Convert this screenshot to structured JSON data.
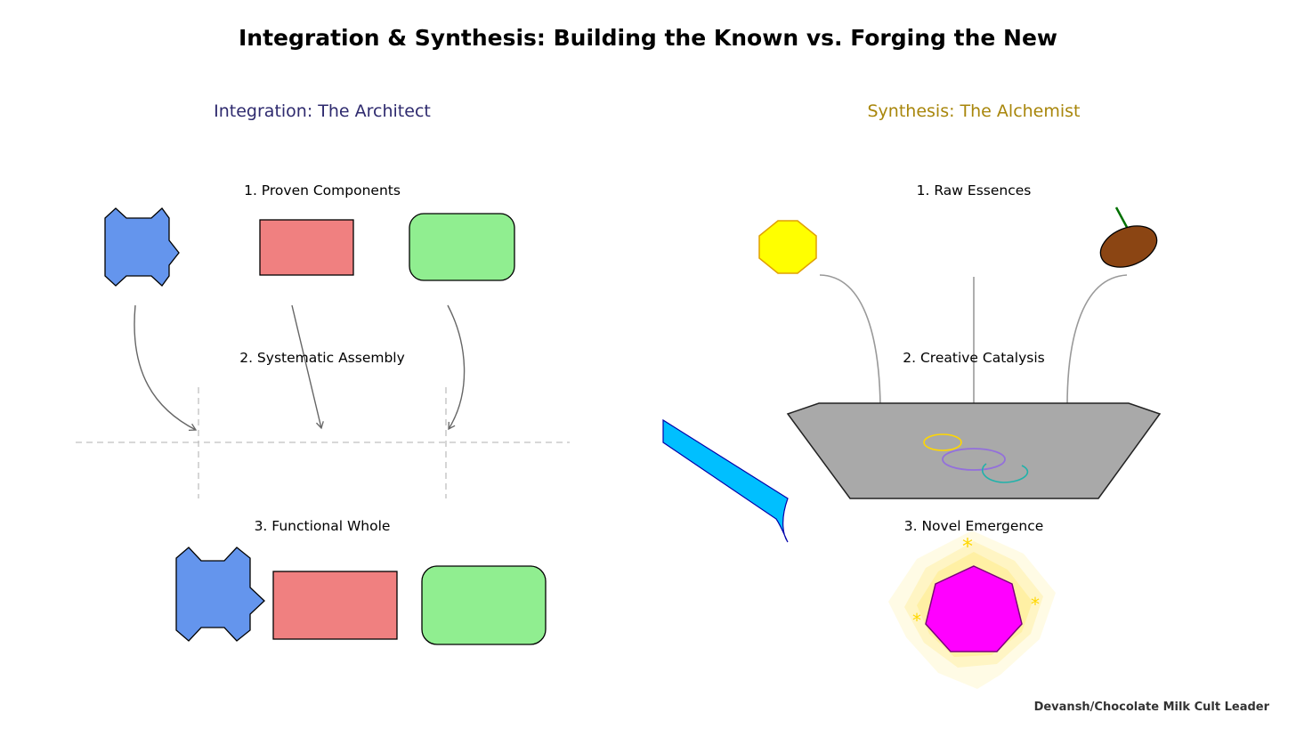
{
  "title": "Integration & Synthesis: Building the Known vs. Forging the New",
  "colors": {
    "integration_heading": "#2e2a6e",
    "synthesis_heading": "#a8860b",
    "blue_piece": "#6495ed",
    "red_piece": "#f08080",
    "green_piece": "#90ee90",
    "octagon": "#ffff00",
    "seed": "#8b4513",
    "cauldron": "#a9a9a9",
    "pour": "#00bfff",
    "emergent": "#ff00ff",
    "glow": "#ffd700"
  },
  "integration": {
    "heading": "Integration: The Architect",
    "step1": "1. Proven Components",
    "step2": "2. Systematic Assembly",
    "step3": "3. Functional Whole"
  },
  "synthesis": {
    "heading": "Synthesis: The Alchemist",
    "step1": "1. Raw Essences",
    "step2": "2. Creative Catalysis",
    "step3": "3. Novel Emergence"
  },
  "sparkle_glyph": "*",
  "credit": "Devansh/Chocolate Milk Cult Leader"
}
